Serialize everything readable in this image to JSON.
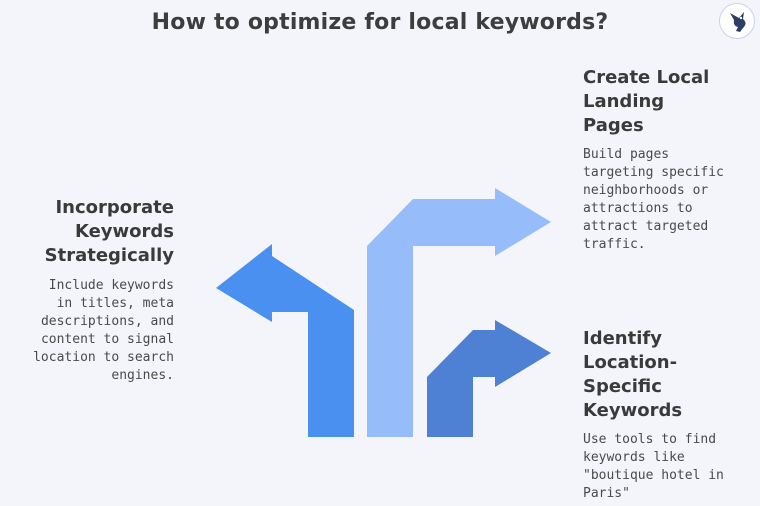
{
  "title": "How to optimize for local keywords?",
  "colors": {
    "background": "#f3f5fa",
    "arrow_left": "#4a90f0",
    "arrow_middle": "#96bdfa",
    "arrow_right": "#4e80d4"
  },
  "logo": {
    "icon": "bird-icon"
  },
  "steps": [
    {
      "heading": "Incorporate\nKeywords\nStrategically",
      "description": "Include keywords\nin titles, meta\ndescriptions, and\ncontent to signal\nlocation to search\nengines."
    },
    {
      "heading": "Create Local\nLanding\nPages",
      "description": "Build pages\ntargeting specific\nneighborhoods or\nattractions to\nattract targeted\ntraffic."
    },
    {
      "heading": "Identify\nLocation-\nSpecific\nKeywords",
      "description": "Use tools to find\nkeywords like\n\"boutique hotel in\nParis\""
    }
  ]
}
